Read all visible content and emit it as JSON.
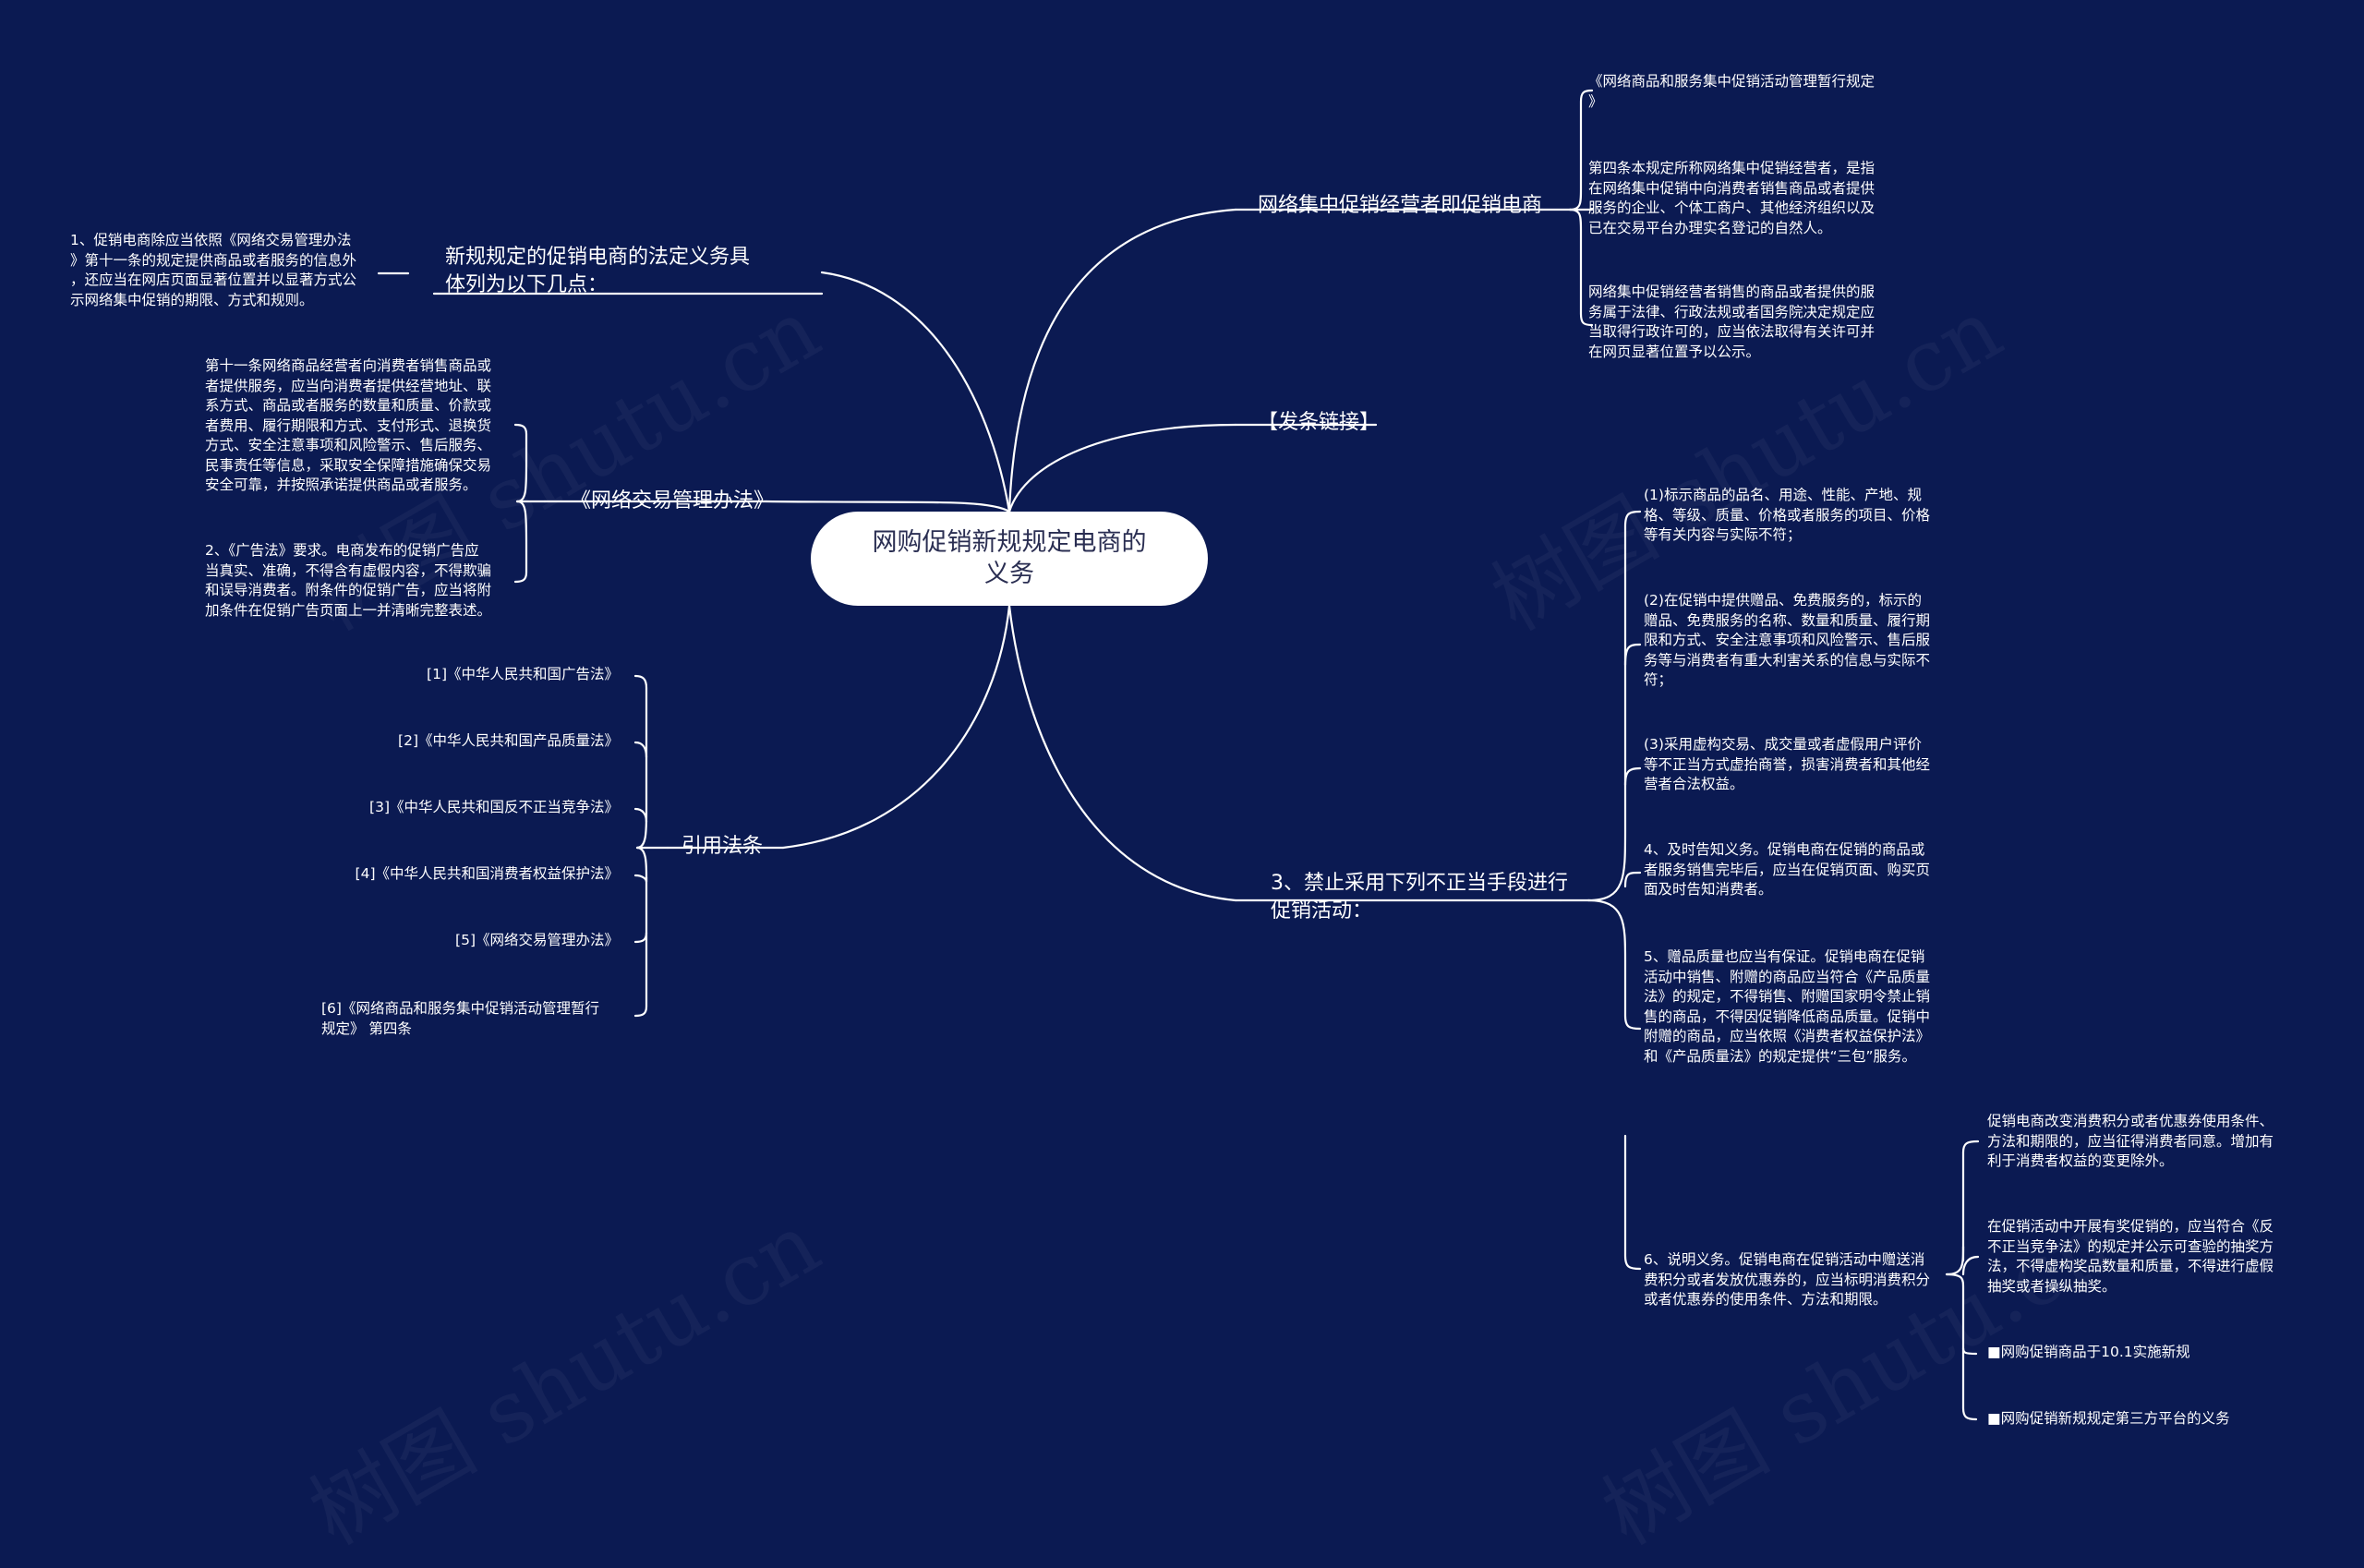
{
  "watermark": "树图 shutu.cn",
  "root": {
    "label": "网购促销新规规定电商的\n义务"
  },
  "left": {
    "duties": {
      "label": "新规规定的促销电商的法定义务具\n体列为以下几点：",
      "children": [
        "1、促销电商除应当依照《网络交易管理办法\n》第十一条的规定提供商品或者服务的信息外\n，还应当在网店页面显著位置并以显著方式公\n示网络集中促销的期限、方式和规则。"
      ]
    },
    "trade_measures": {
      "label": "《网络交易管理办法》",
      "children": [
        "第十一条网络商品经营者向消费者销售商品或\n者提供服务，应当向消费者提供经营地址、联\n系方式、商品或者服务的数量和质量、价款或\n者费用、履行期限和方式、支付形式、退换货\n方式、安全注意事项和风险警示、售后服务、\n民事责任等信息，采取安全保障措施确保交易\n安全可靠，并按照承诺提供商品或者服务。",
        "2、《广告法》要求。电商发布的促销广告应\n当真实、准确，不得含有虚假内容，不得欺骗\n和误导消费者。附条件的促销广告，应当将附\n加条件在促销广告页面上一并清晰完整表述。"
      ]
    },
    "citations": {
      "label": "引用法条",
      "children": [
        "[1]《中华人民共和国广告法》",
        "[2]《中华人民共和国产品质量法》",
        "[3]《中华人民共和国反不正当竞争法》",
        "[4]《中华人民共和国消费者权益保护法》",
        "[5]《网络交易管理办法》",
        "[6]《网络商品和服务集中促销活动管理暂行\n规定》 第四条"
      ]
    }
  },
  "right": {
    "operators": {
      "label": "网络集中促销经营者即促销电商",
      "children": [
        "《网络商品和服务集中促销活动管理暂行规定\n》",
        "第四条本规定所称网络集中促销经营者，是指\n在网络集中促销中向消费者销售商品或者提供\n服务的企业、个体工商户、其他经济组织以及\n已在交易平台办理实名登记的自然人。",
        "网络集中促销经营者销售的商品或者提供的服\n务属于法律、行政法规或者国务院决定规定应\n当取得行政许可的，应当依法取得有关许可并\n在网页显著位置予以公示。"
      ]
    },
    "links": {
      "label": "【发条链接】"
    },
    "prohibited": {
      "label": "3、禁止采用下列不正当手段进行\n促销活动：",
      "children": [
        "(1)标示商品的品名、用途、性能、产地、规\n格、等级、质量、价格或者服务的项目、价格\n等有关内容与实际不符；",
        "(2)在促销中提供赠品、免费服务的，标示的\n赠品、免费服务的名称、数量和质量、履行期\n限和方式、安全注意事项和风险警示、售后服\n务等与消费者有重大利害关系的信息与实际不\n符；",
        "(3)采用虚构交易、成交量或者虚假用户评价\n等不正当方式虚抬商誉，损害消费者和其他经\n营者合法权益。",
        "4、及时告知义务。促销电商在促销的商品或\n者服务销售完毕后，应当在促销页面、购买页\n面及时告知消费者。",
        "5、赠品质量也应当有保证。促销电商在促销\n活动中销售、附赠的商品应当符合《产品质量\n法》的规定，不得销售、附赠国家明令禁止销\n售的商品，不得因促销降低商品质量。促销中\n附赠的商品，应当依照《消费者权益保护法》\n和《产品质量法》的规定提供“三包”服务。",
        "6、说明义务。促销电商在促销活动中赠送消\n费积分或者发放优惠券的，应当标明消费积分\n或者优惠券的使用条件、方法和期限。"
      ],
      "sub_children": [
        "促销电商改变消费积分或者优惠券使用条件、\n方法和期限的，应当征得消费者同意。增加有\n利于消费者权益的变更除外。",
        "在促销活动中开展有奖促销的，应当符合《反\n不正当竞争法》的规定并公示可查验的抽奖方\n法，不得虚构奖品数量和质量，不得进行虚假\n抽奖或者操纵抽奖。",
        "■网购促销商品于10.1实施新规",
        "■网购促销新规规定第三方平台的义务"
      ]
    }
  }
}
